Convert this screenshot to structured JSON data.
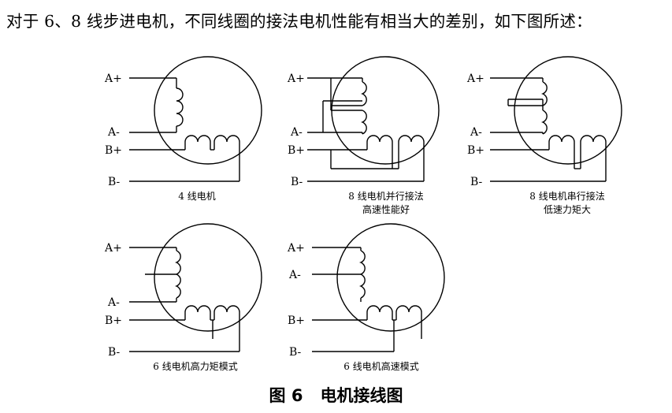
{
  "intro_text": "对于 6、8 线步进电机，不同线圈的接法电机性能有相当大的差别，如下图所述：",
  "figure": {
    "label": "图 6",
    "title": "电机接线图"
  },
  "terminals": {
    "a_plus": "A+",
    "a_minus": "A-",
    "b_plus": "B+",
    "b_minus": "B-"
  },
  "diagrams": [
    {
      "caption": [
        "4 线电机"
      ]
    },
    {
      "caption": [
        "8 线电机并行接法",
        "高速性能好"
      ]
    },
    {
      "caption": [
        "8 线电机串行接法",
        "低速力矩大"
      ]
    },
    {
      "caption": [
        "6 线电机高力矩模式"
      ]
    },
    {
      "caption": [
        "6 线电机高速模式"
      ]
    }
  ]
}
